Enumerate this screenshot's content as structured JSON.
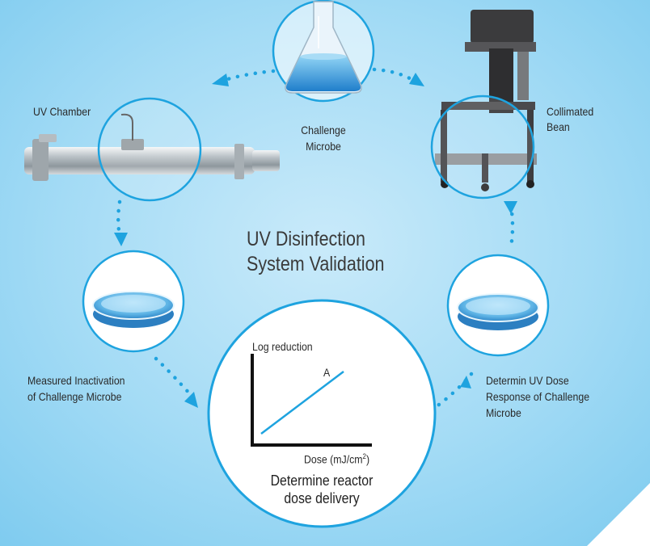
{
  "title": {
    "line1": "UV Disinfection",
    "line2": "System Validation"
  },
  "labels": {
    "uv_chamber": "UV Chamber",
    "challenge_microbe": {
      "line1": "Challenge",
      "line2": "Microbe"
    },
    "collimated_beam": {
      "line1": "Collimated",
      "line2": "Bean"
    },
    "measured_inactivation": {
      "line1": "Measured Inactivation",
      "line2": "of Challenge Microbe"
    },
    "dose_response": {
      "line1": "Determin UV Dose",
      "line2": "Response of Challenge",
      "line3": "Microbe"
    }
  },
  "graph": {
    "ylabel": "Log reduction",
    "xlabel_main": "Dose (mJ/cm",
    "xlabel_sup": "2",
    "xlabel_end": ")",
    "line_label": "A"
  },
  "center_caption": {
    "line1": "Determine reactor",
    "line2": "dose delivery"
  },
  "colors": {
    "background": "#7ECBEF",
    "accent": "#1EA3DF",
    "circle_fill": "#FFFFFF",
    "text": "#2A2A2A"
  }
}
